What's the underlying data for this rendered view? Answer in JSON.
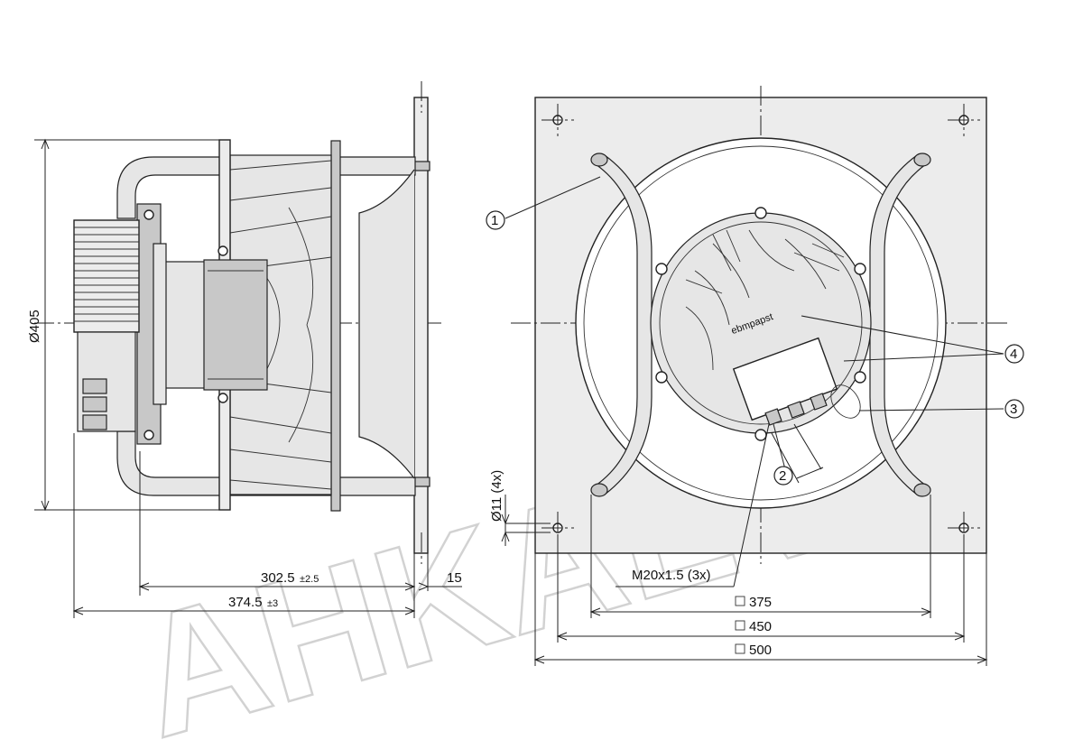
{
  "watermark": "AHKAEV",
  "side_view": {
    "diameter_label": "Ø405",
    "length_inner": "302.5",
    "length_inner_tol": "±2.5",
    "length_total": "374.5",
    "length_total_tol": "±3",
    "plate_thickness": "15"
  },
  "front_view": {
    "callouts": [
      "1",
      "2",
      "3",
      "4"
    ],
    "hole_label": "Ø11 (4x)",
    "thread_label": "M20x1.5 (3x)",
    "dim_375": "375",
    "dim_450": "450",
    "dim_500": "500",
    "brand_text": "ebmpapst"
  }
}
